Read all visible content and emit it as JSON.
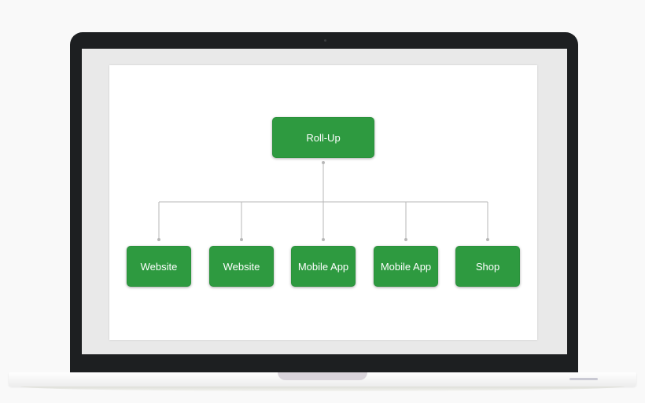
{
  "diagram": {
    "root": {
      "label": "Roll-Up"
    },
    "children": [
      {
        "label": "Website"
      },
      {
        "label": "Website"
      },
      {
        "label": "Mobile App"
      },
      {
        "label": "Mobile App"
      },
      {
        "label": "Shop"
      }
    ]
  },
  "colors": {
    "node_fill": "#2e9a40",
    "connector": "#b7b7b7",
    "bezel": "#1d1f21",
    "screen": "#e9e9e9",
    "canvas": "#ffffff"
  }
}
